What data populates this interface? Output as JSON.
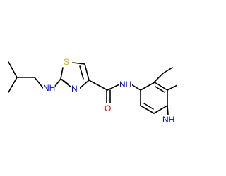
{
  "atoms": {
    "nh_amine": {
      "label": "N",
      "sub": "H",
      "color": "#0000ff"
    },
    "sulfur": {
      "label": "S",
      "color": "#c8b400"
    },
    "n_thiazole": {
      "label": "N",
      "color": "#0000ff"
    },
    "oxygen": {
      "label": "O",
      "color": "#ff0000"
    },
    "n_amide": {
      "label": "N",
      "sub": "H",
      "color": "#0000ff"
    },
    "n_indole": {
      "label": "N",
      "sub": "H",
      "color": "#0000ff"
    }
  }
}
